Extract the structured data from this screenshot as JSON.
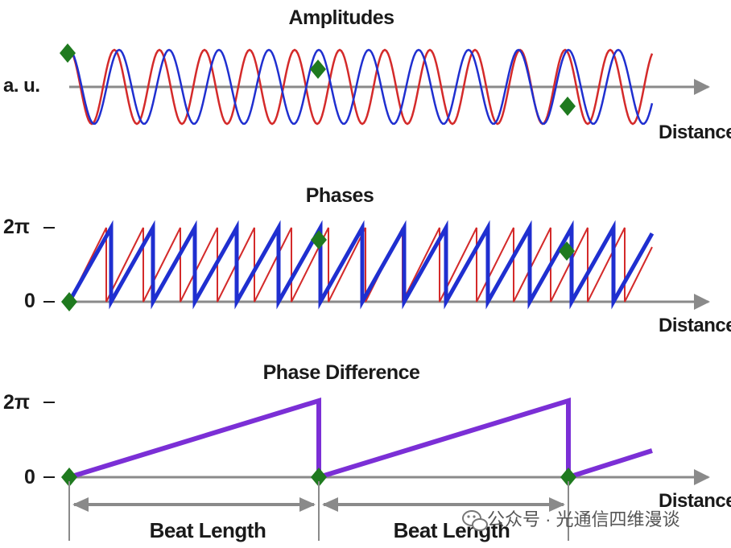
{
  "panels": {
    "amplitudes": {
      "title": "Amplitudes",
      "ylabel": "a. u.",
      "xlabel": "Distance"
    },
    "phases": {
      "title": "Phases",
      "tick_top": "2π",
      "tick_zero": "0",
      "xlabel": "Distance"
    },
    "difference": {
      "title": "Phase Difference",
      "tick_top": "2π",
      "tick_zero": "0",
      "xlabel": "Distance"
    }
  },
  "beat_labels": [
    "Beat Length",
    "Beat Length"
  ],
  "watermark": {
    "icon": "wechat-icon",
    "text": "公众号 · 光通信四维漫谈"
  },
  "colors": {
    "red_wave": "#d42a2a",
    "blue_wave": "#1f2fd0",
    "phase_difference": "#7b2fd6",
    "marker": "#1f7a1f",
    "axis": "#8a8a8a"
  }
}
